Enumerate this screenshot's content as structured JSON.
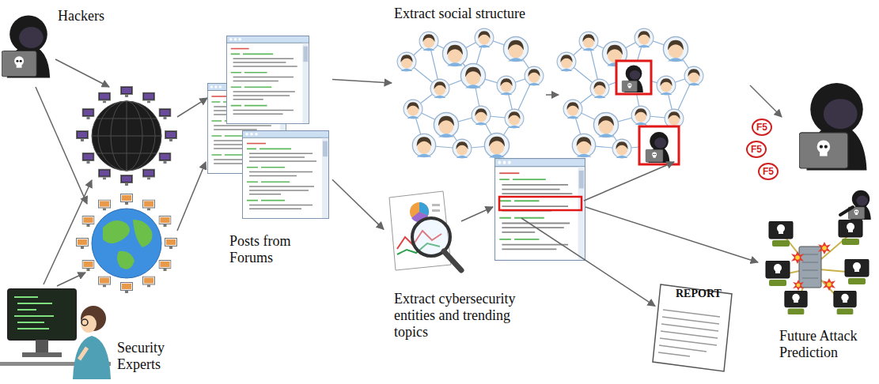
{
  "diagram": {
    "nodes": [
      {
        "text": [
          "Hackers"
        ]
      },
      {
        "text": [
          "Security Experts"
        ]
      },
      {
        "text": [
          "Posts from Forums"
        ]
      },
      {
        "text": [
          "Extract social structure"
        ]
      },
      {
        "text": [
          "Extract cybersecurity entities and trending topics"
        ]
      },
      {
        "text": [
          "REPORT"
        ]
      },
      {
        "text": [
          "Future Attack Prediction"
        ]
      }
    ],
    "edges": [
      {
        "from": 2,
        "to": 3,
        "arrow": "to"
      },
      {
        "from": 2,
        "to": 4,
        "arrow": "to"
      },
      {
        "from": 4,
        "to": 5,
        "arrow": "to"
      }
    ],
    "labels": [
      "F5",
      "F5",
      "F5"
    ]
  }
}
